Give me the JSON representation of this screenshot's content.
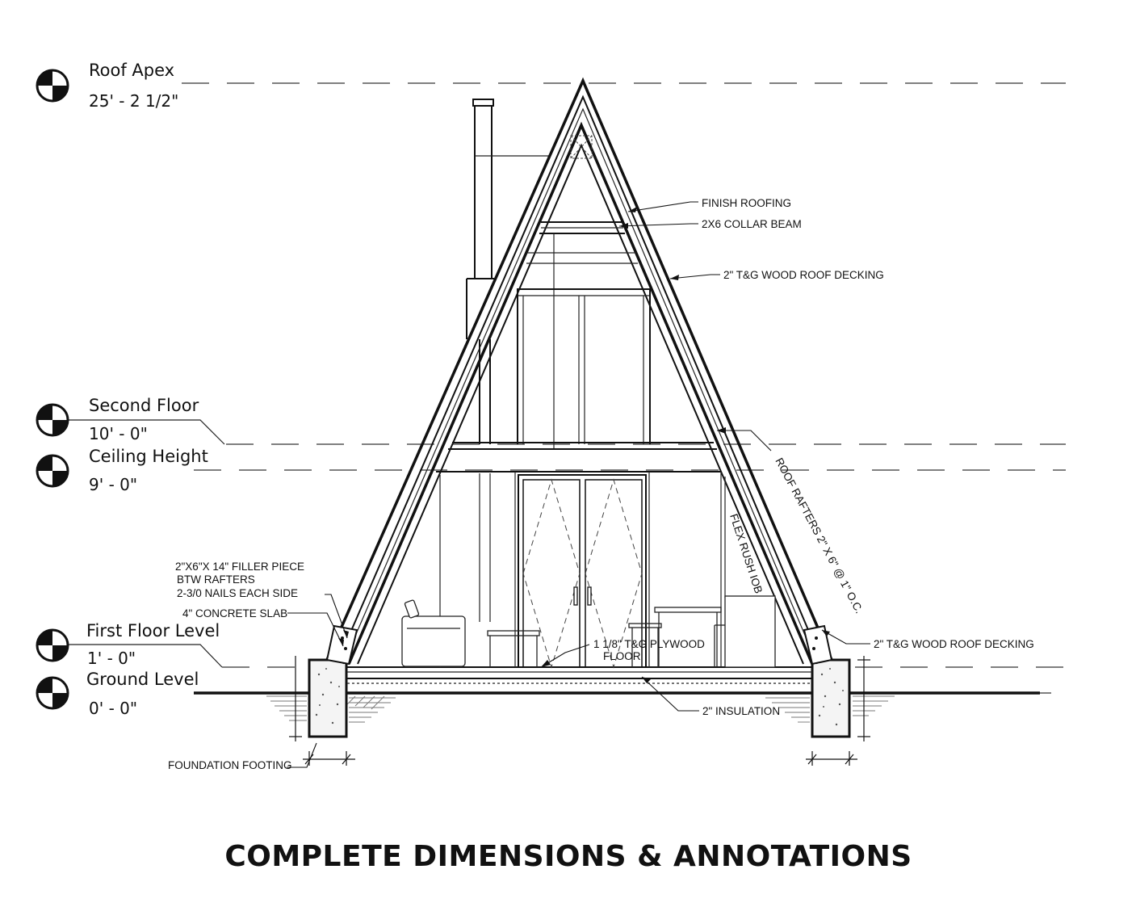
{
  "title": "COMPLETE DIMENSIONS & ANNOTATIONS",
  "levels": [
    {
      "name": "Roof Apex",
      "value": "25' - 2 1/2\""
    },
    {
      "name": "Second Floor",
      "value": "10' - 0\""
    },
    {
      "name": "Ceiling Height",
      "value": "9' - 0\""
    },
    {
      "name": "First Floor Level",
      "value": "1' - 0\""
    },
    {
      "name": "Ground Level",
      "value": "0' - 0\""
    }
  ],
  "annotations": {
    "finish_roofing": "FINISH ROOFING",
    "collar_beam": "2X6 COLLAR BEAM",
    "roof_decking_upper": "2\" T&G WOOD ROOF DECKING",
    "roof_rafters": "ROOF RAFTERS 2\" X 6\" @ 1\" O.C.",
    "filler_piece_1": "2\"X6\"X 14\" FILLER PIECE",
    "filler_piece_2": "BTW RAFTERS",
    "filler_piece_3": "2-3/0 NAILS EACH SIDE",
    "concrete_slab": "4\" CONCRETE SLAB",
    "plywood_floor_1": "1 1/8\" T&G PLYWOOD",
    "plywood_floor_2": "FLOOR",
    "roof_decking_lower": "2\" T&G WOOD ROOF DECKING",
    "insulation": "2\" INSULATION",
    "foundation_footing": "FOUNDATION FOOTING"
  }
}
